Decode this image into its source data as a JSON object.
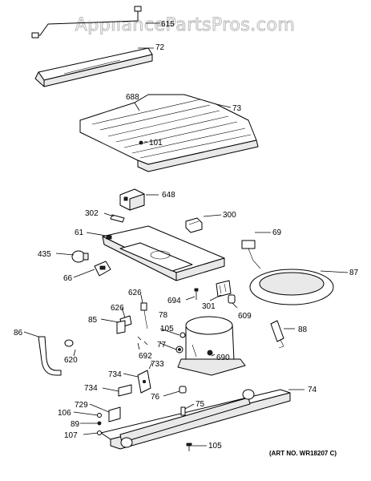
{
  "watermark": "AppliancePartsPros.com",
  "art_number": "(ART NO. WR18207 C)",
  "callouts": {
    "c615": "615",
    "c72": "72",
    "c688": "688",
    "c73": "73",
    "c101": "101",
    "c648": "648",
    "c302": "302",
    "c300": "300",
    "c61": "61",
    "c69": "69",
    "c435": "435",
    "c87": "87",
    "c66": "66",
    "c626a": "626",
    "c694": "694",
    "c301": "301",
    "c78": "78",
    "c609": "609",
    "c626b": "626",
    "c85": "85",
    "c105a": "105",
    "c88": "88",
    "c86": "86",
    "c77": "77",
    "c692": "692",
    "c690": "690",
    "c620": "620",
    "c733": "733",
    "c734a": "734",
    "c734b": "734",
    "c76": "76",
    "c74": "74",
    "c729": "729",
    "c106": "106",
    "c75": "75",
    "c89": "89",
    "c107": "107",
    "c105b": "105"
  }
}
